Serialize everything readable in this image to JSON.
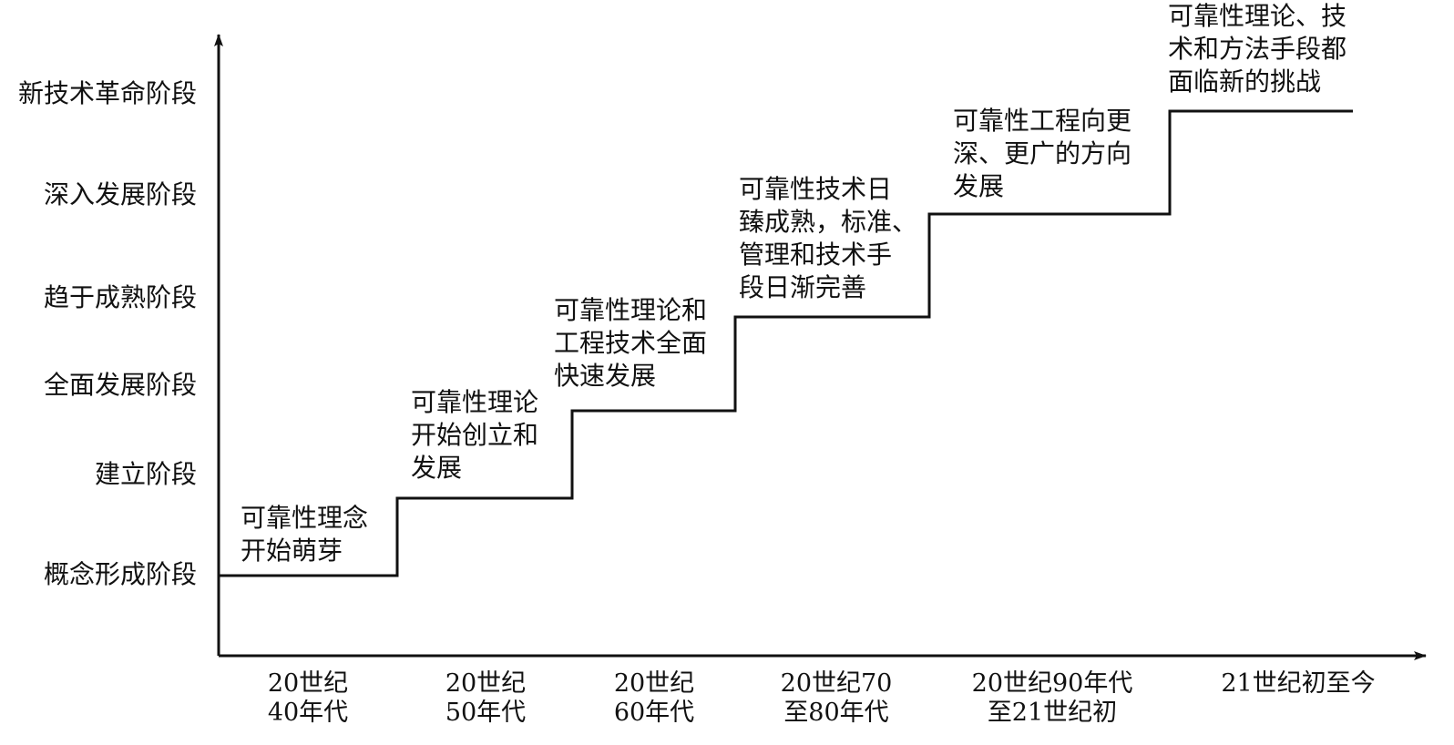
{
  "chart_data": {
    "type": "step",
    "stages": [
      "概念形成阶段",
      "建立阶段",
      "全面发展阶段",
      "趋于成熟阶段",
      "深入发展阶段",
      "新技术革命阶段"
    ],
    "periods": [
      [
        "20世纪",
        "40年代"
      ],
      [
        "20世纪",
        "50年代"
      ],
      [
        "20世纪",
        "60年代"
      ],
      [
        "20世纪70",
        "至80年代"
      ],
      [
        "20世纪90年代",
        "至21世纪初"
      ],
      [
        "21世纪初至今"
      ]
    ],
    "descriptions": [
      [
        "可靠性理念",
        "开始萌芽"
      ],
      [
        "可靠性理论",
        "开始创立和",
        "发展"
      ],
      [
        "可靠性理论和",
        "工程技术全面",
        "快速发展"
      ],
      [
        "可靠性技术日",
        "臻成熟，标准、",
        "管理和技术手",
        "段日渐完善"
      ],
      [
        "可靠性工程向更",
        "深、更广的方向",
        "发展"
      ],
      [
        "可靠性理论、技",
        "术和方法手段都",
        "面临新的挑战"
      ]
    ],
    "values": [
      1,
      2,
      3,
      4,
      5,
      6
    ],
    "colors": {
      "line": "#111111",
      "text": "#111111"
    }
  }
}
